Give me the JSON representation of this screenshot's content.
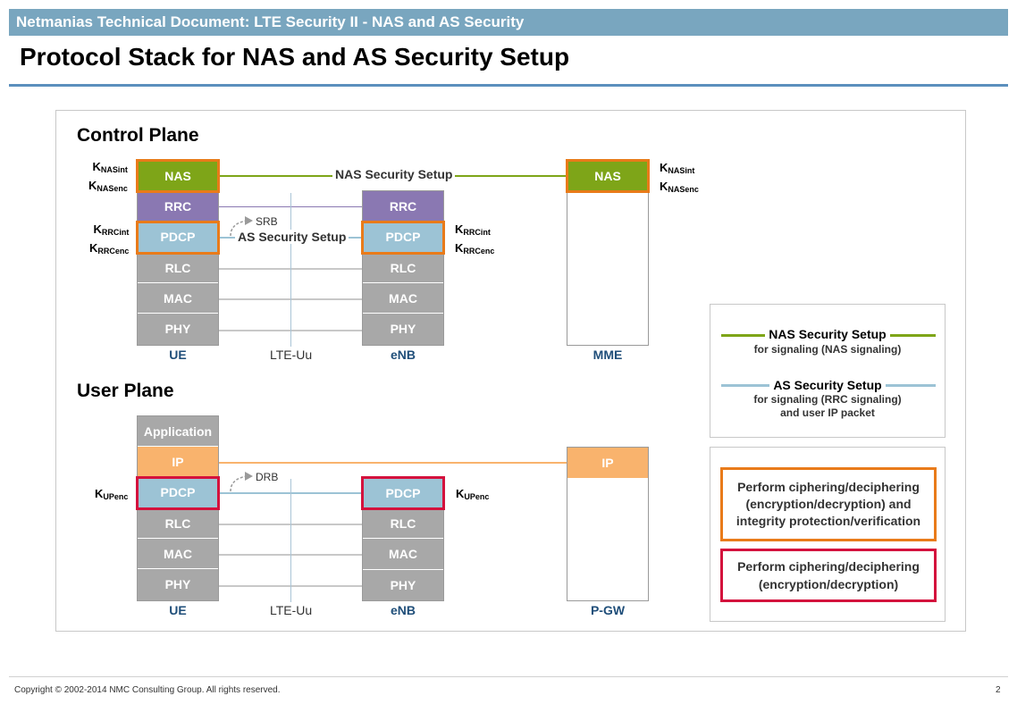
{
  "header": {
    "banner": "Netmanias Technical Document: LTE Security II - NAS and AS Security",
    "title": "Protocol Stack for NAS and AS Security Setup"
  },
  "control_plane": {
    "title": "Control Plane",
    "ue_layers": [
      "NAS",
      "RRC",
      "PDCP",
      "RLC",
      "MAC",
      "PHY"
    ],
    "enb_layers": [
      "RRC",
      "PDCP",
      "RLC",
      "MAC",
      "PHY"
    ],
    "mme_layers": [
      "NAS"
    ],
    "ue_label": "UE",
    "enb_label": "eNB",
    "mme_label": "MME",
    "interface_label": "LTE-Uu",
    "nas_line_label": "NAS Security Setup",
    "as_line_label": "AS Security Setup",
    "srb_label": "SRB",
    "keys": {
      "ue_nas": [
        {
          "k": "K",
          "sub": "NASint"
        },
        {
          "k": "K",
          "sub": "NASenc"
        }
      ],
      "ue_rrc": [
        {
          "k": "K",
          "sub": "RRCint"
        },
        {
          "k": "K",
          "sub": "RRCenc"
        }
      ],
      "enb_rrc": [
        {
          "k": "K",
          "sub": "RRCint"
        },
        {
          "k": "K",
          "sub": "RRCenc"
        }
      ],
      "mme_nas": [
        {
          "k": "K",
          "sub": "NASint"
        },
        {
          "k": "K",
          "sub": "NASenc"
        }
      ]
    }
  },
  "user_plane": {
    "title": "User Plane",
    "ue_layers": [
      "Application",
      "IP",
      "PDCP",
      "RLC",
      "MAC",
      "PHY"
    ],
    "enb_layers": [
      "PDCP",
      "RLC",
      "MAC",
      "PHY"
    ],
    "pgw_layers": [
      "IP"
    ],
    "ue_label": "UE",
    "enb_label": "eNB",
    "pgw_label": "P-GW",
    "interface_label": "LTE-Uu",
    "drb_label": "DRB",
    "keys": {
      "ue_pdcp": {
        "k": "K",
        "sub": "UPenc"
      },
      "enb_pdcp": {
        "k": "K",
        "sub": "UPenc"
      }
    }
  },
  "legend": {
    "nas_title": "NAS Security Setup",
    "nas_desc": "for signaling (NAS signaling)",
    "as_title": "AS Security Setup",
    "as_desc1": "for signaling (RRC signaling)",
    "as_desc2": "and user IP packet",
    "orange_box": "Perform ciphering/deciphering (encryption/decryption) and integrity  protection/verification",
    "red_box": "Perform ciphering/deciphering (encryption/decryption)"
  },
  "colors": {
    "nas": "#7ea518",
    "rrc": "#8a78b2",
    "pdcp": "#9cc3d5",
    "lower": "#a8a8a8",
    "ip": "#f9b36d",
    "application": "#a8a8a8",
    "orange_outline": "#e97b1a",
    "red_outline": "#d4123d",
    "nas_line": "#7ea518",
    "as_line": "#9cc3d5"
  },
  "footer": {
    "copyright": "Copyright © 2002-2014 NMC Consulting Group. All rights reserved.",
    "page": "2"
  }
}
